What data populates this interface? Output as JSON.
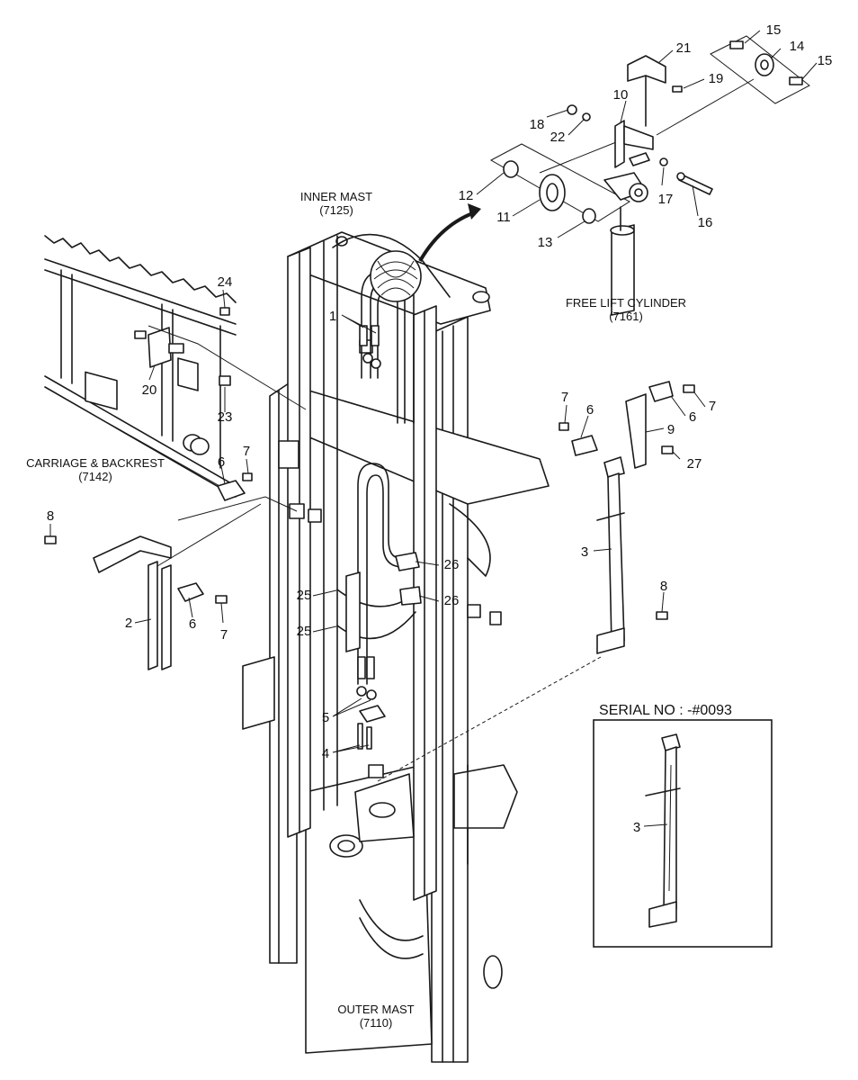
{
  "assemblies": {
    "inner_mast": {
      "name": "INNER MAST",
      "code": "(7125)"
    },
    "free_lift_cylinder": {
      "name": "FREE LIFT CYLINDER",
      "code": "(7161)"
    },
    "carriage_backrest": {
      "name": "CARRIAGE & BACKREST",
      "code": "(7142)"
    },
    "outer_mast": {
      "name": "OUTER MAST",
      "code": "(7110)"
    }
  },
  "inset": {
    "title": "SERIAL NO : -#0093",
    "part_number": "3"
  },
  "callouts": {
    "n1": "1",
    "n2": "2",
    "n3": "3",
    "n4": "4",
    "n5": "5",
    "n6a": "6",
    "n6b": "6",
    "n6c": "6",
    "n6d": "6",
    "n7a": "7",
    "n7b": "7",
    "n7c": "7",
    "n7d": "7",
    "n8a": "8",
    "n8b": "8",
    "n9": "9",
    "n10": "10",
    "n11": "11",
    "n12": "12",
    "n13": "13",
    "n14": "14",
    "n15a": "15",
    "n15b": "15",
    "n16": "16",
    "n17": "17",
    "n18": "18",
    "n19": "19",
    "n20": "20",
    "n21": "21",
    "n22": "22",
    "n23": "23",
    "n24": "24",
    "n25a": "25",
    "n25b": "25",
    "n26a": "26",
    "n26b": "26",
    "n27": "27"
  }
}
